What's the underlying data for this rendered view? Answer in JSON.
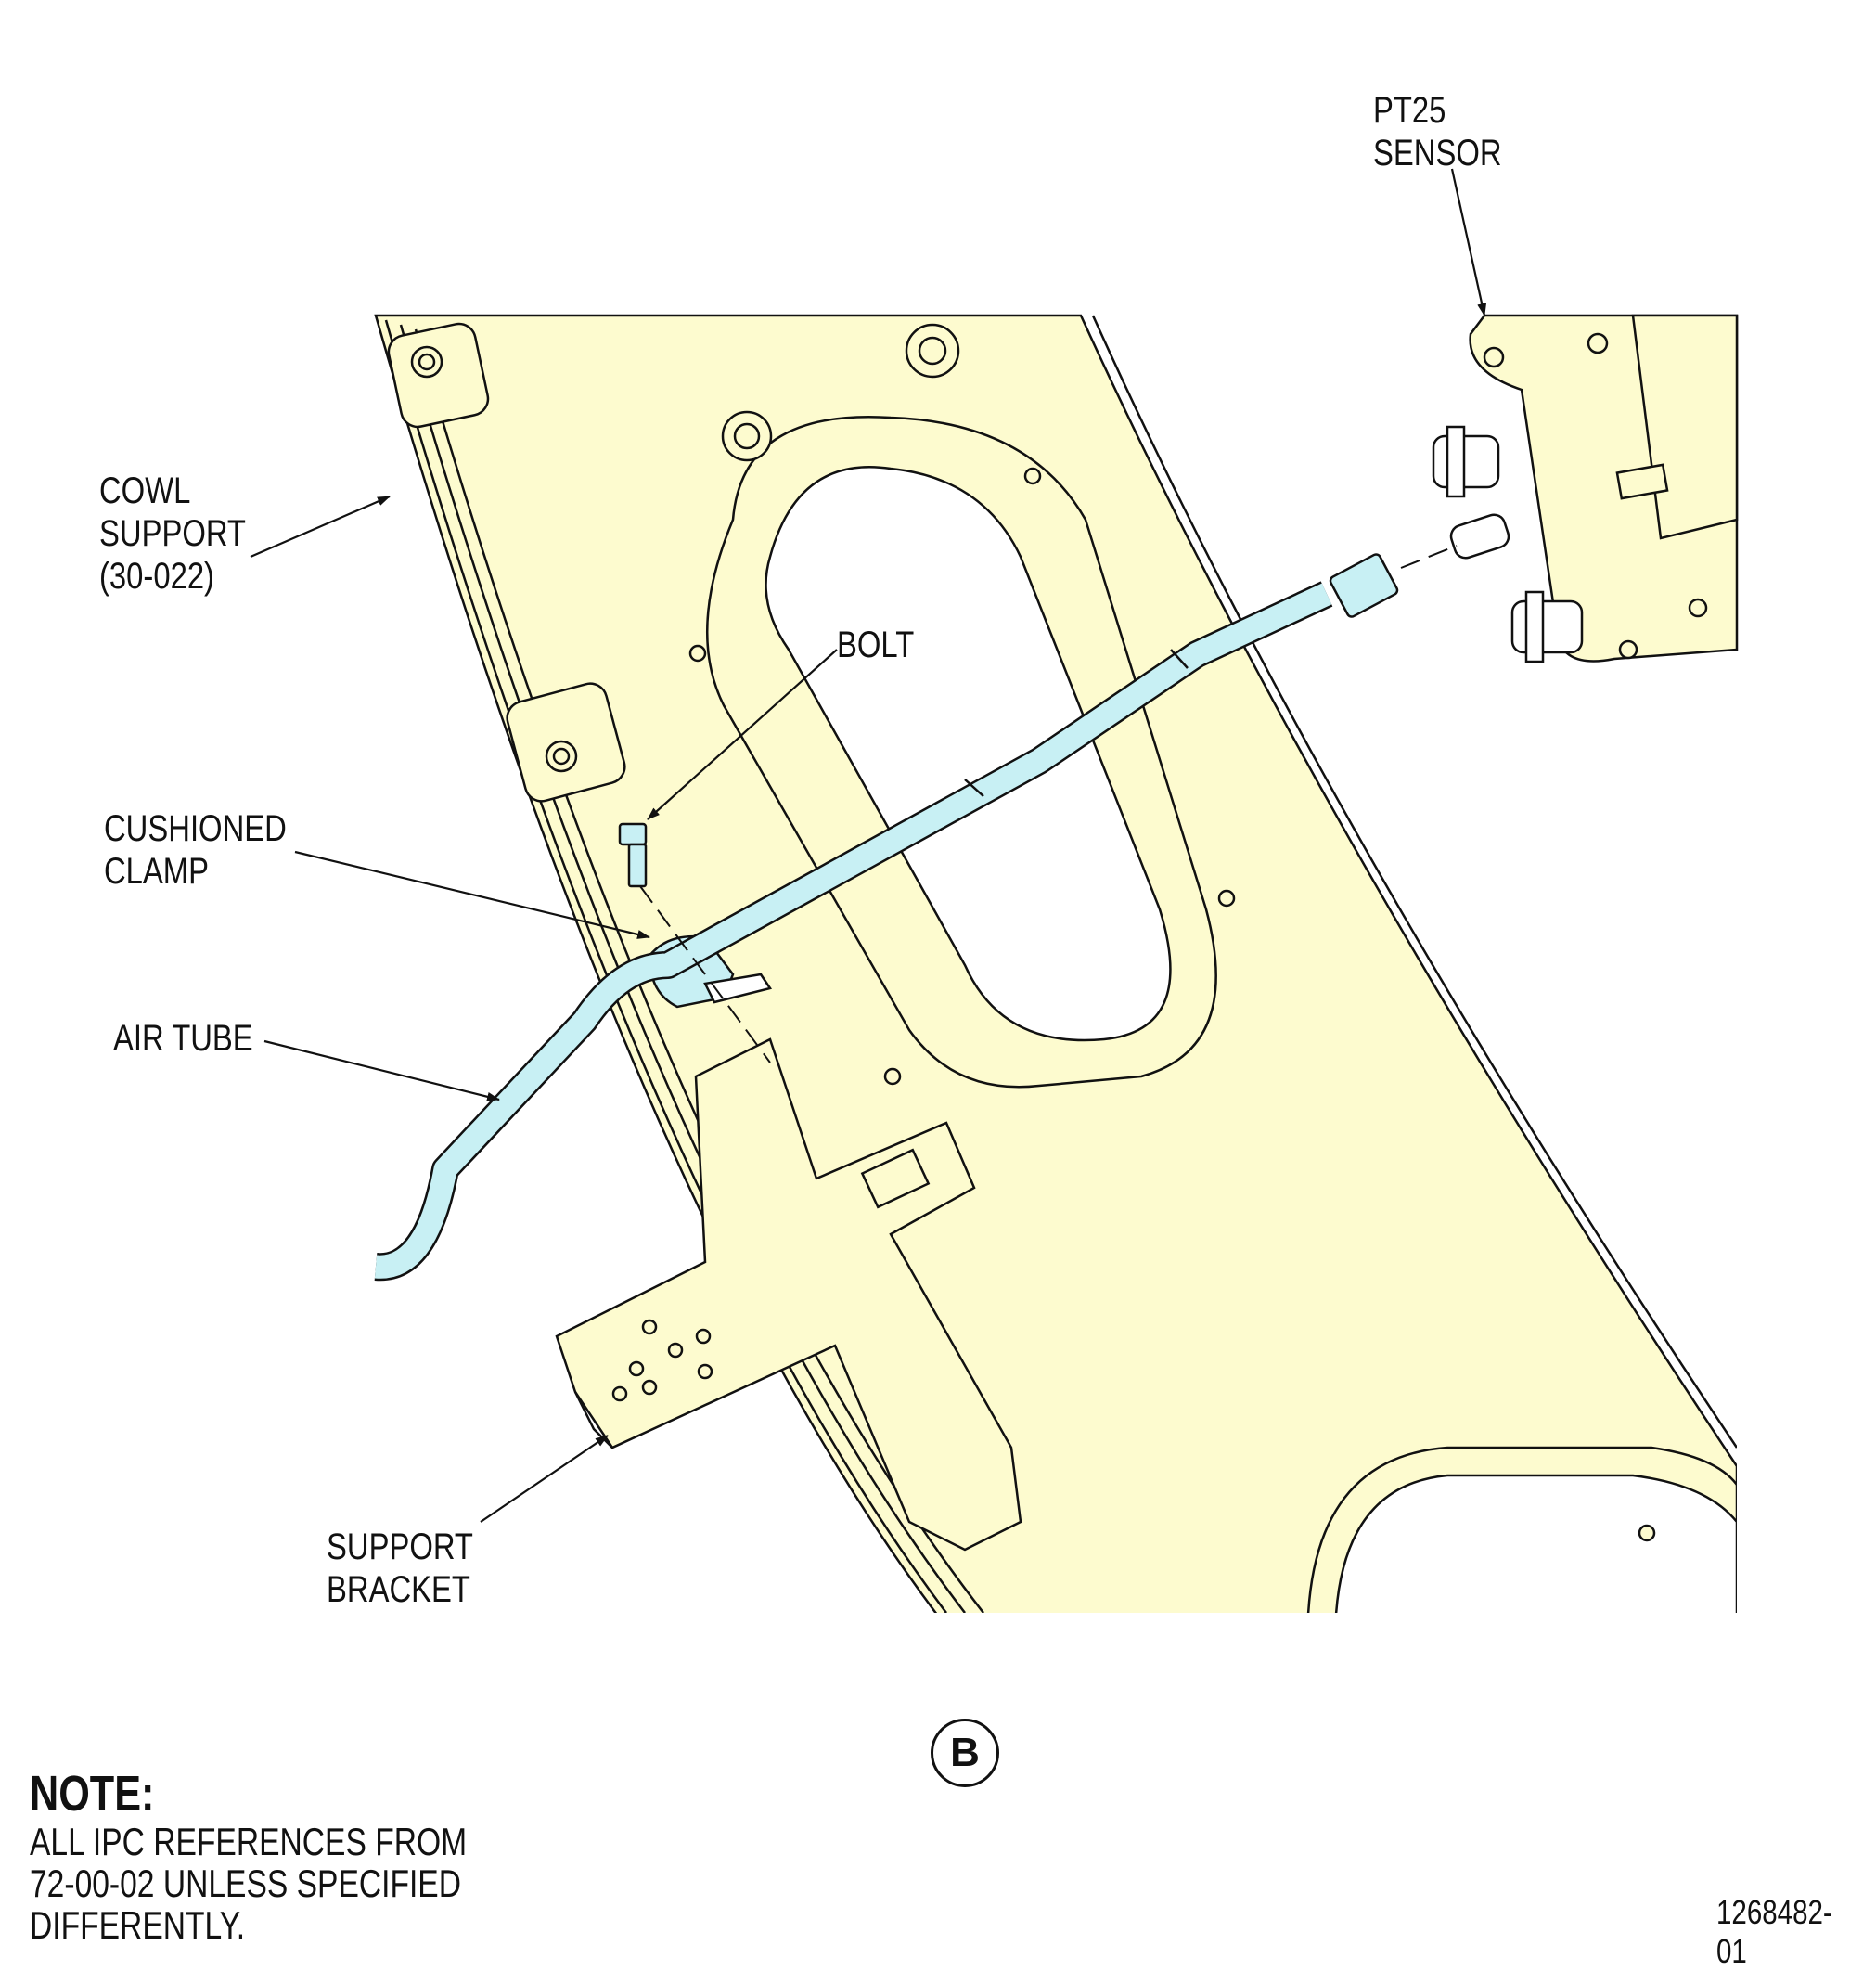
{
  "labels": {
    "pt25_sensor": [
      "PT25",
      "SENSOR"
    ],
    "cowl_support": [
      "COWL",
      "SUPPORT",
      "(30-022)"
    ],
    "bolt": [
      "BOLT"
    ],
    "cushioned_clamp": [
      "CUSHIONED",
      "CLAMP"
    ],
    "air_tube": [
      "AIR TUBE"
    ],
    "support_bracket": [
      "SUPPORT",
      "BRACKET"
    ]
  },
  "view_label": "B",
  "note": {
    "heading": "NOTE:",
    "lines": [
      "ALL IPC REFERENCES FROM",
      "72-00-02 UNLESS SPECIFIED",
      "DIFFERENTLY."
    ]
  },
  "document_number": "1268482-01",
  "colors": {
    "panel_fill": "#fdfbcf",
    "tube_fill": "#c8f0f4",
    "line": "#111111"
  }
}
